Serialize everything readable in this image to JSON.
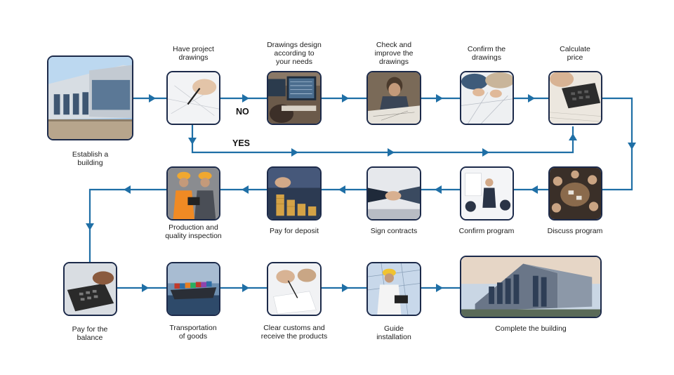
{
  "colors": {
    "flow": "#1f6fa6",
    "frame": "#1c2a4a"
  },
  "steps": {
    "s1": {
      "label": "Establish a\nbuilding",
      "icon": "warehouse-photo"
    },
    "s2": {
      "label": "Have project\ndrawings",
      "icon": "hand-drawing-photo"
    },
    "s3": {
      "label": "Drawings design\naccording to\nyour needs",
      "icon": "computer-design-photo"
    },
    "s4": {
      "label": "Check and\nimprove the\ndrawings",
      "icon": "engineer-drafting-photo"
    },
    "s5": {
      "label": "Confirm the\ndrawings",
      "icon": "reviewing-plans-photo"
    },
    "s6": {
      "label": "Calculate\nprice",
      "icon": "calculator-photo"
    },
    "s7": {
      "label": "Discuss program",
      "icon": "meeting-table-photo"
    },
    "s8": {
      "label": "Confirm program",
      "icon": "presentation-photo"
    },
    "s9": {
      "label": "Sign contracts",
      "icon": "handshake-photo"
    },
    "s10": {
      "label": "Pay for deposit",
      "icon": "coins-photo"
    },
    "s11": {
      "label": "Production and\nquality inspection",
      "icon": "workers-inspection-photo"
    },
    "s12": {
      "label": "Pay for the\nbalance",
      "icon": "calculator-hand-photo"
    },
    "s13": {
      "label": "Transportation\nof goods",
      "icon": "cargo-ship-photo"
    },
    "s14": {
      "label": "Clear customs and\nreceive the products",
      "icon": "document-signing-photo"
    },
    "s15": {
      "label": "Guide\ninstallation",
      "icon": "engineer-tablet-photo"
    },
    "s16": {
      "label": "Complete the building",
      "icon": "finished-building-photo"
    }
  },
  "branches": {
    "no": "NO",
    "yes": "YES"
  }
}
